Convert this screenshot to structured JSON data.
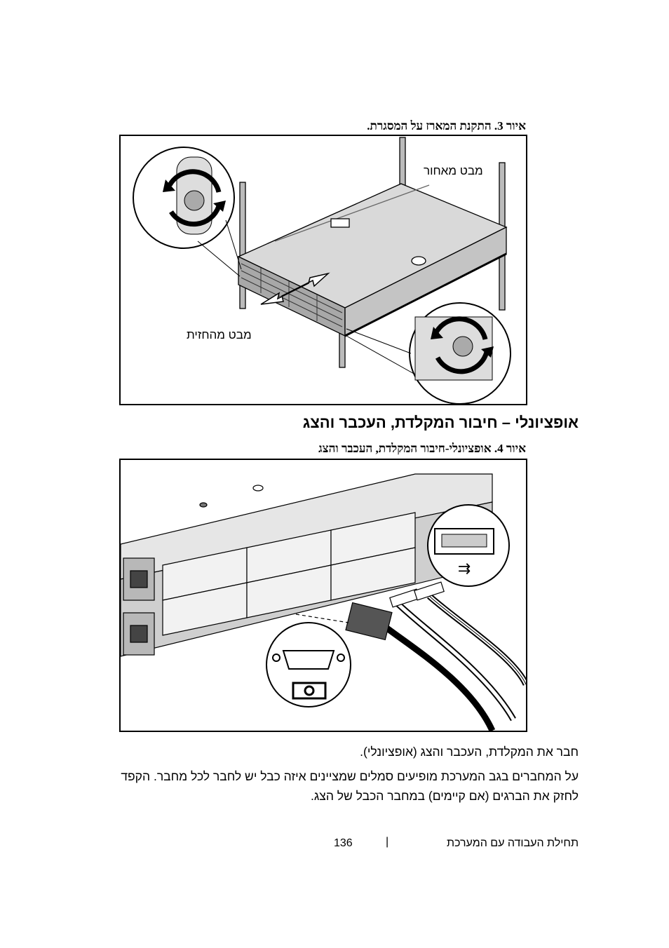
{
  "figure3": {
    "caption": "איור 3. התקנת המארז על המסגרת.",
    "label_release": "מבט מאחור",
    "label_front": "מבט מהחזית"
  },
  "section": {
    "heading": "אופציונלי – חיבור המקלדת, העכבר והצג"
  },
  "figure4": {
    "caption": "איור 4. אופציונלי-חיבור המקלדת, העכבר והצג"
  },
  "body": {
    "instruction": "חבר את המקלדת, העכבר והצג (אופציונלי).",
    "note_line1": "על המחברים בגב המערכת מופיעים סמלים שמציינים איזה כבל יש לחבר לכל מחבר. הקפד",
    "note_line2": "לחזק את הברגים (אם קיימים) במחבר הכבל של הצג."
  },
  "footer": {
    "title": "תחילת העבודה עם המערכת",
    "separator": "|",
    "page_number": "136"
  }
}
